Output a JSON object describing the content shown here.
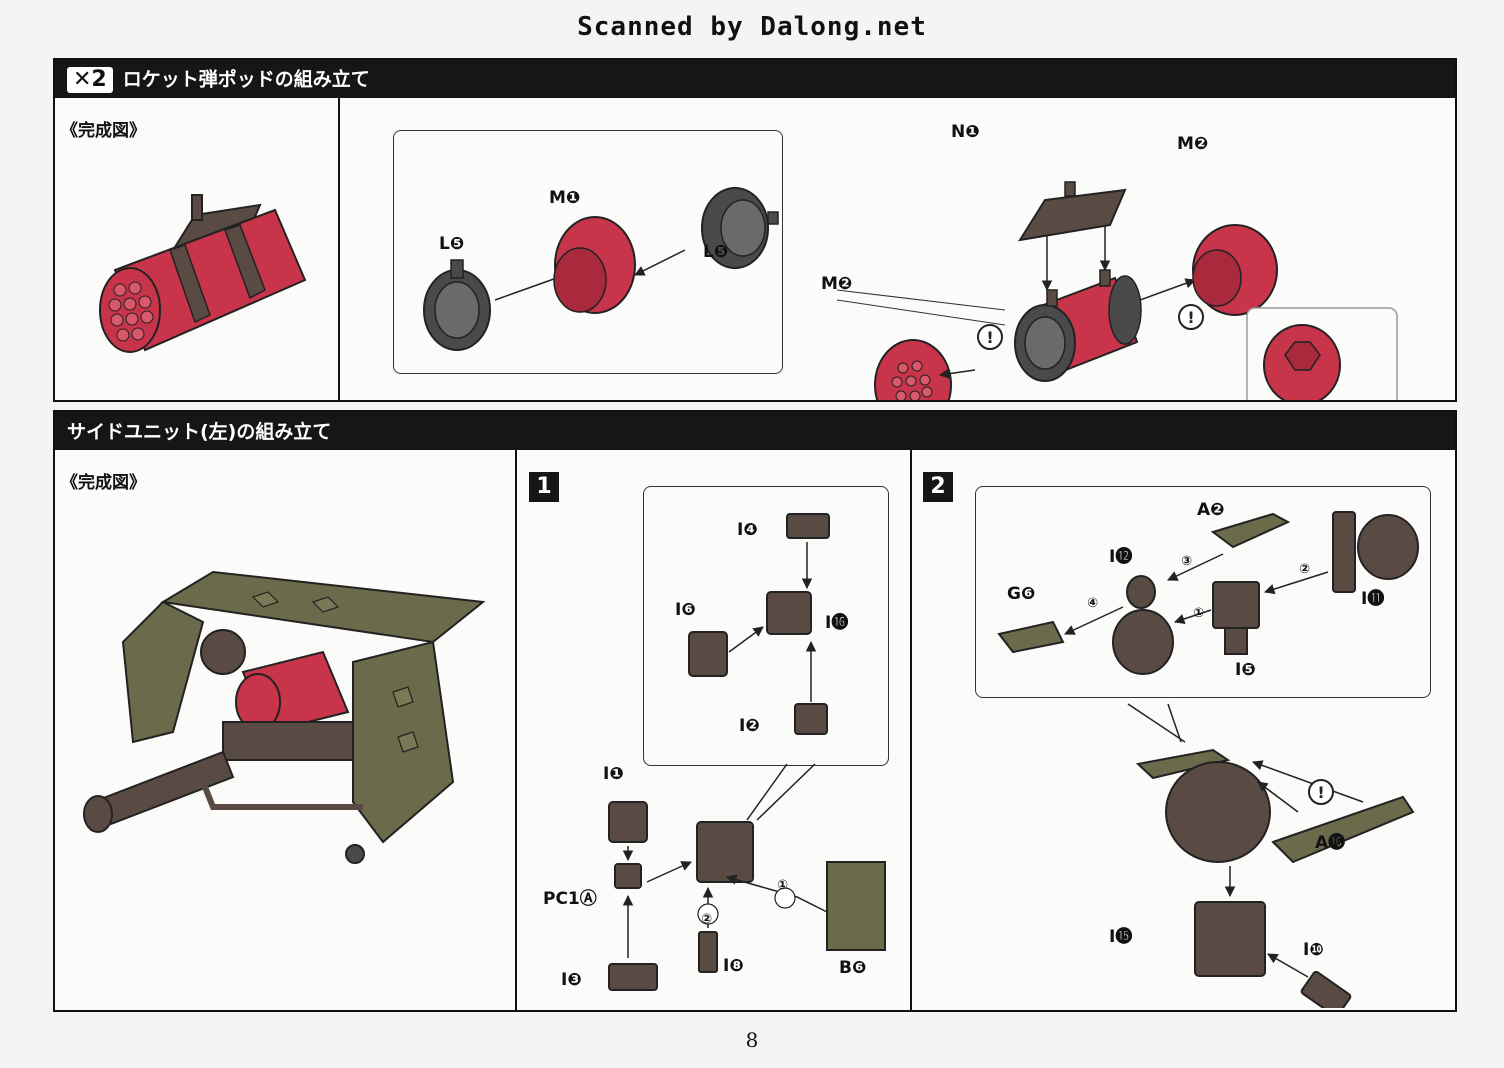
{
  "header": {
    "scan_credit": "Scanned by Dalong.net"
  },
  "section1": {
    "badge": "✕2",
    "title": "ロケット弾ポッドの組み立て",
    "caption": "《完成図》",
    "labels": {
      "l5_a": "L❺",
      "m1": "M❶",
      "l5_b": "L❺",
      "n1": "N❶",
      "m2_top": "M❷",
      "m2_left": "M❷"
    }
  },
  "section2": {
    "title": "サイドユニット(左)の組み立て",
    "caption": "《完成図》",
    "step1": {
      "number": "1",
      "labels": {
        "i4": "I❹",
        "i6": "I❻",
        "i16": "I⓰",
        "i2": "I❷",
        "i1": "I❶",
        "pc1a": "PC1Ⓐ",
        "i3": "I❸",
        "i8": "I❽",
        "b6": "B❻",
        "order1": "①",
        "order2": "②"
      }
    },
    "step2": {
      "number": "2",
      "labels": {
        "a2": "A❷",
        "i12": "I⓬",
        "i11": "I⓫",
        "g6": "G❻",
        "i5": "I❺",
        "a16": "A⓰",
        "i15": "I⓯",
        "i10": "I❿",
        "order1": "①",
        "order2": "②",
        "order3": "③",
        "order4": "④"
      }
    }
  },
  "footer": {
    "page_number": "8"
  },
  "colors": {
    "red": "#c8344a",
    "olive": "#6b6a4a",
    "brown": "#5a4a44",
    "gray": "#4a4a4a",
    "black": "#161616"
  }
}
